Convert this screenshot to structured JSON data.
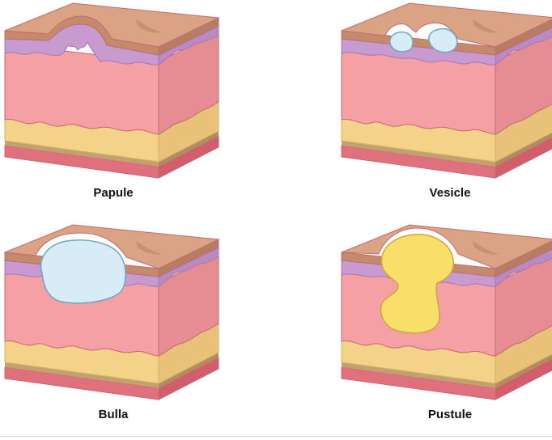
{
  "panels": [
    {
      "label": "Papule",
      "lesion": "papule"
    },
    {
      "label": "Vesicle",
      "lesion": "vesicle"
    },
    {
      "label": "Bulla",
      "lesion": "bulla"
    },
    {
      "label": "Pustule",
      "lesion": "pustule"
    }
  ],
  "colors": {
    "epidermis_top": "#d9a384",
    "epidermis_side": "#c48a6c",
    "basal_layer": "#c79ad0",
    "dermis_front": "#f4a0a4",
    "dermis_side": "#e58d92",
    "fat": "#f3d28a",
    "fat_side": "#e8c278",
    "muscle_band": "#c2a072",
    "bottom_layer": "#e0707d",
    "bottom_side": "#d35e6b",
    "outline": "#c46a74",
    "clear_fluid": "#d8ecf7",
    "fluid_outline": "#6fa8c0",
    "pus": "#f9de6a",
    "pus_outline": "#c9a93a"
  }
}
